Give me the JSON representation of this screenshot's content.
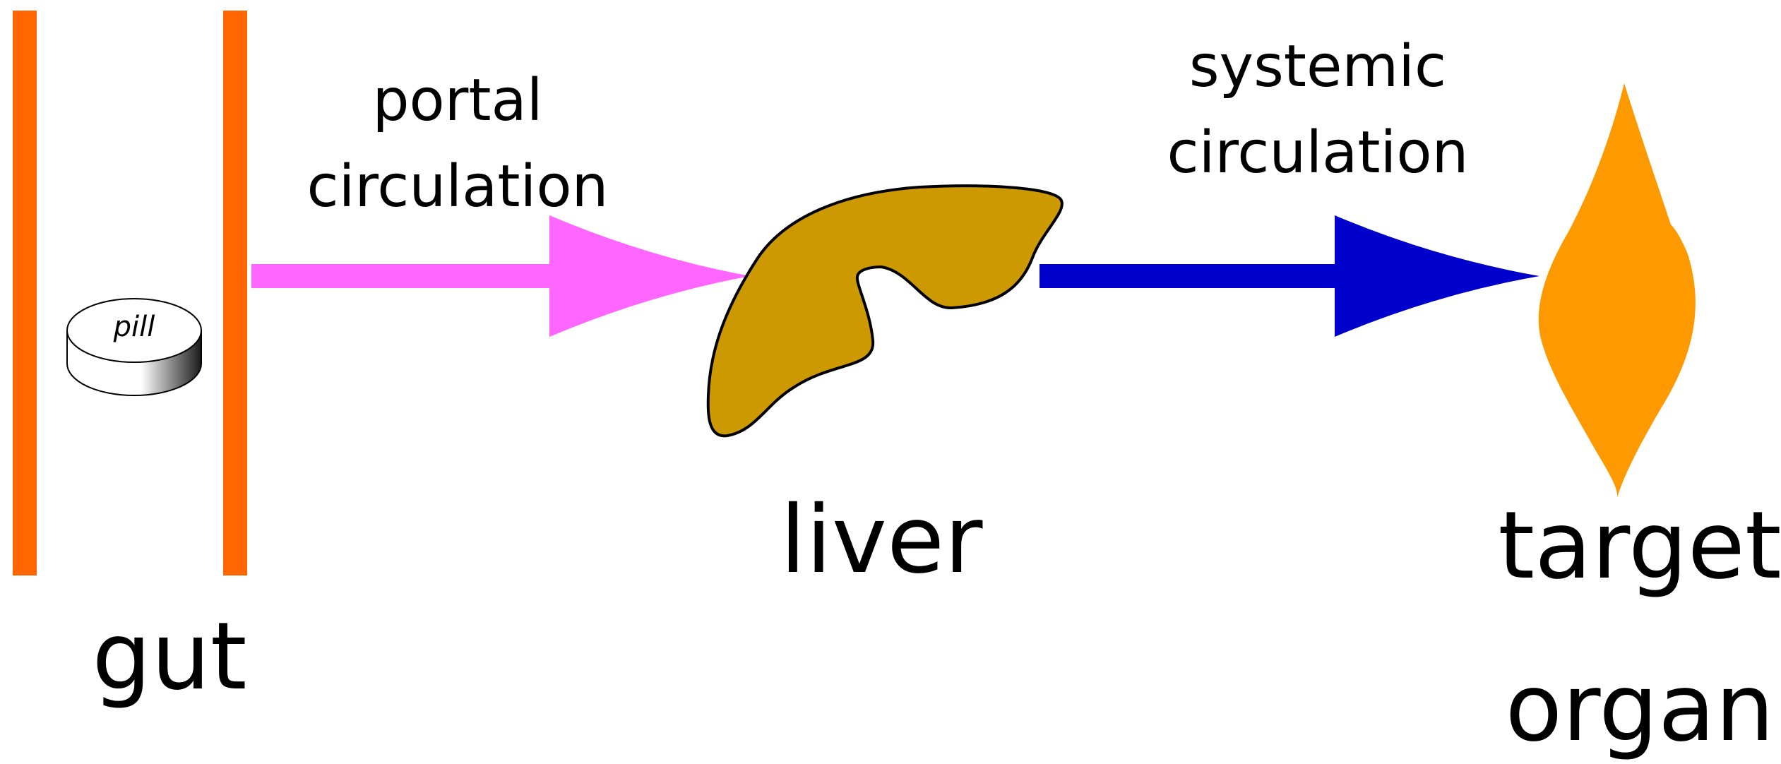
{
  "labels": {
    "gut": "gut",
    "pill": "pill",
    "portal_line1": "portal",
    "portal_line2": "circulation",
    "liver": "liver",
    "systemic_line1": "systemic",
    "systemic_line2": "circulation",
    "target_line1": "target",
    "target_line2": "organ"
  },
  "colors": {
    "gut_wall": "#ff6600",
    "portal_arrow": "#ff66ff",
    "systemic_arrow": "#0000cc",
    "liver": "#cc9900",
    "target_organ": "#ff9900"
  },
  "icons": {
    "pill": "pill-icon",
    "liver": "liver-icon",
    "organ": "organ-icon"
  }
}
